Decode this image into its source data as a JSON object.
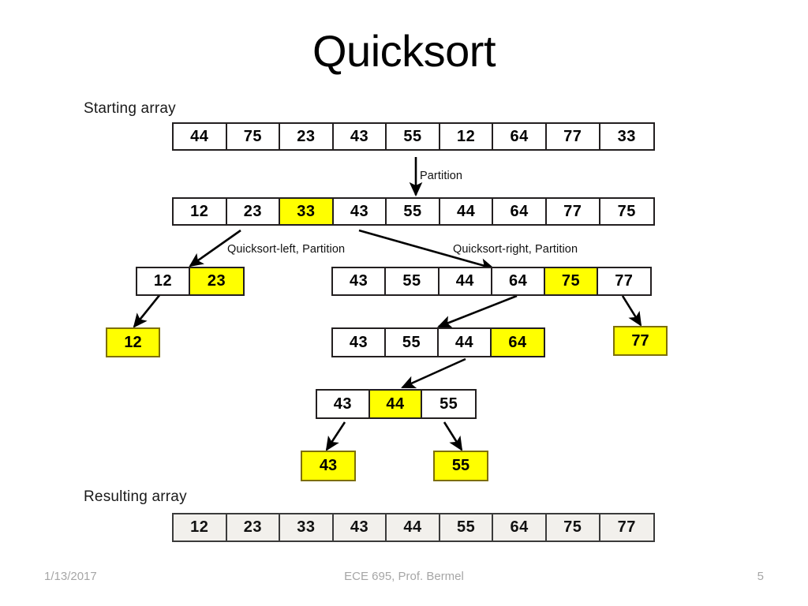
{
  "slide": {
    "title": "Quicksort",
    "labels": {
      "starting": "Starting array",
      "resulting": "Resulting array",
      "partition": "Partition",
      "quicksort_left": "Quicksort-left, Partition",
      "quicksort_right": "Quicksort-right, Partition"
    },
    "colors": {
      "pivot_highlight": "#ffff00",
      "border": "#231f20",
      "result_fill": "#f2f0ec",
      "footer_text": "#a6a6a6"
    }
  },
  "footer": {
    "date": "1/13/2017",
    "note": "ECE 695, Prof. Bermel",
    "page": "5"
  },
  "chart_data": {
    "type": "diagram",
    "title": "Quicksort",
    "description": "Quicksort recursion tree showing partitioning of an array",
    "rows": [
      {
        "id": "starting-array",
        "label": "Starting array",
        "values": [
          44,
          75,
          23,
          43,
          55,
          12,
          64,
          77,
          33
        ],
        "highlighted_indices": [],
        "style": "plain"
      },
      {
        "id": "partitioned-array",
        "label": "",
        "values": [
          12,
          23,
          33,
          43,
          55,
          44,
          64,
          77,
          75
        ],
        "highlighted_indices": [
          2
        ],
        "style": "plain"
      },
      {
        "id": "left-subarray",
        "label": "",
        "values": [
          12,
          23
        ],
        "highlighted_indices": [
          1
        ],
        "style": "plain"
      },
      {
        "id": "right-subarray",
        "label": "",
        "values": [
          43,
          55,
          44,
          64,
          75,
          77
        ],
        "highlighted_indices": [
          4
        ],
        "style": "plain"
      },
      {
        "id": "left-leaf-12",
        "label": "",
        "values": [
          12
        ],
        "highlighted_indices": [
          0
        ],
        "style": "leaf"
      },
      {
        "id": "mid-subarray",
        "label": "",
        "values": [
          43,
          55,
          44,
          64
        ],
        "highlighted_indices": [
          3
        ],
        "style": "plain"
      },
      {
        "id": "right-leaf-77",
        "label": "",
        "values": [
          77
        ],
        "highlighted_indices": [
          0
        ],
        "style": "leaf"
      },
      {
        "id": "inner-subarray",
        "label": "",
        "values": [
          43,
          44,
          55
        ],
        "highlighted_indices": [
          1
        ],
        "style": "plain"
      },
      {
        "id": "leaf-43",
        "label": "",
        "values": [
          43
        ],
        "highlighted_indices": [
          0
        ],
        "style": "leaf"
      },
      {
        "id": "leaf-55",
        "label": "",
        "values": [
          55
        ],
        "highlighted_indices": [
          0
        ],
        "style": "leaf"
      },
      {
        "id": "resulting-array",
        "label": "Resulting array",
        "values": [
          12,
          23,
          33,
          43,
          44,
          55,
          64,
          75,
          77
        ],
        "highlighted_indices": [],
        "style": "result"
      }
    ],
    "annotations": [
      "Partition",
      "Quicksort-left, Partition",
      "Quicksort-right, Partition"
    ]
  },
  "arrays": {
    "starting": {
      "values": [
        "44",
        "75",
        "23",
        "43",
        "55",
        "12",
        "64",
        "77",
        "33"
      ]
    },
    "partitioned": {
      "values": [
        "12",
        "23",
        "33",
        "43",
        "55",
        "44",
        "64",
        "77",
        "75"
      ]
    },
    "left_sub": {
      "values": [
        "12",
        "23"
      ]
    },
    "right_sub": {
      "values": [
        "43",
        "55",
        "44",
        "64",
        "75",
        "77"
      ]
    },
    "mid_sub": {
      "values": [
        "43",
        "55",
        "44",
        "64"
      ]
    },
    "inner_sub": {
      "values": [
        "43",
        "44",
        "55"
      ]
    },
    "result": {
      "values": [
        "12",
        "23",
        "33",
        "43",
        "44",
        "55",
        "64",
        "75",
        "77"
      ]
    },
    "leaf_12": "12",
    "leaf_77": "77",
    "leaf_43": "43",
    "leaf_55": "55"
  }
}
